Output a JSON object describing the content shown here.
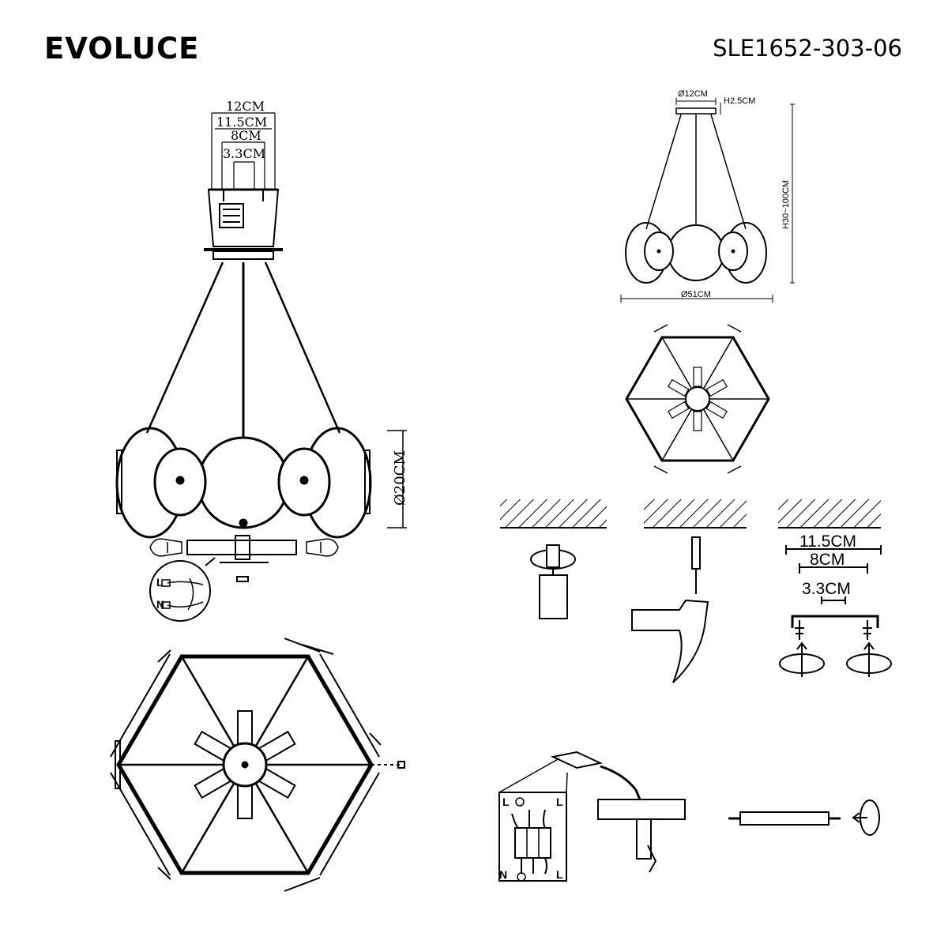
{
  "header": {
    "brand": "EVOLUCE",
    "model": "SLE1652-303-06"
  },
  "front_view": {
    "canopy_dims": [
      "12CM",
      "11.5CM",
      "8CM",
      "3.3CM"
    ],
    "height_label": "Ø20CM",
    "wire_labels": [
      "L",
      "N"
    ]
  },
  "small_view": {
    "canopy_diameter": "Ø12CM",
    "canopy_height": "H2.5CM",
    "total_height": "H30~100CM",
    "diameter": "Ø51CM"
  },
  "mount_dims": [
    "11.5CM",
    "8CM",
    "3.3CM"
  ],
  "wiring_labels": {
    "top_left": "L",
    "top_right": "L",
    "bottom_left": "N",
    "bottom_right": "L"
  }
}
